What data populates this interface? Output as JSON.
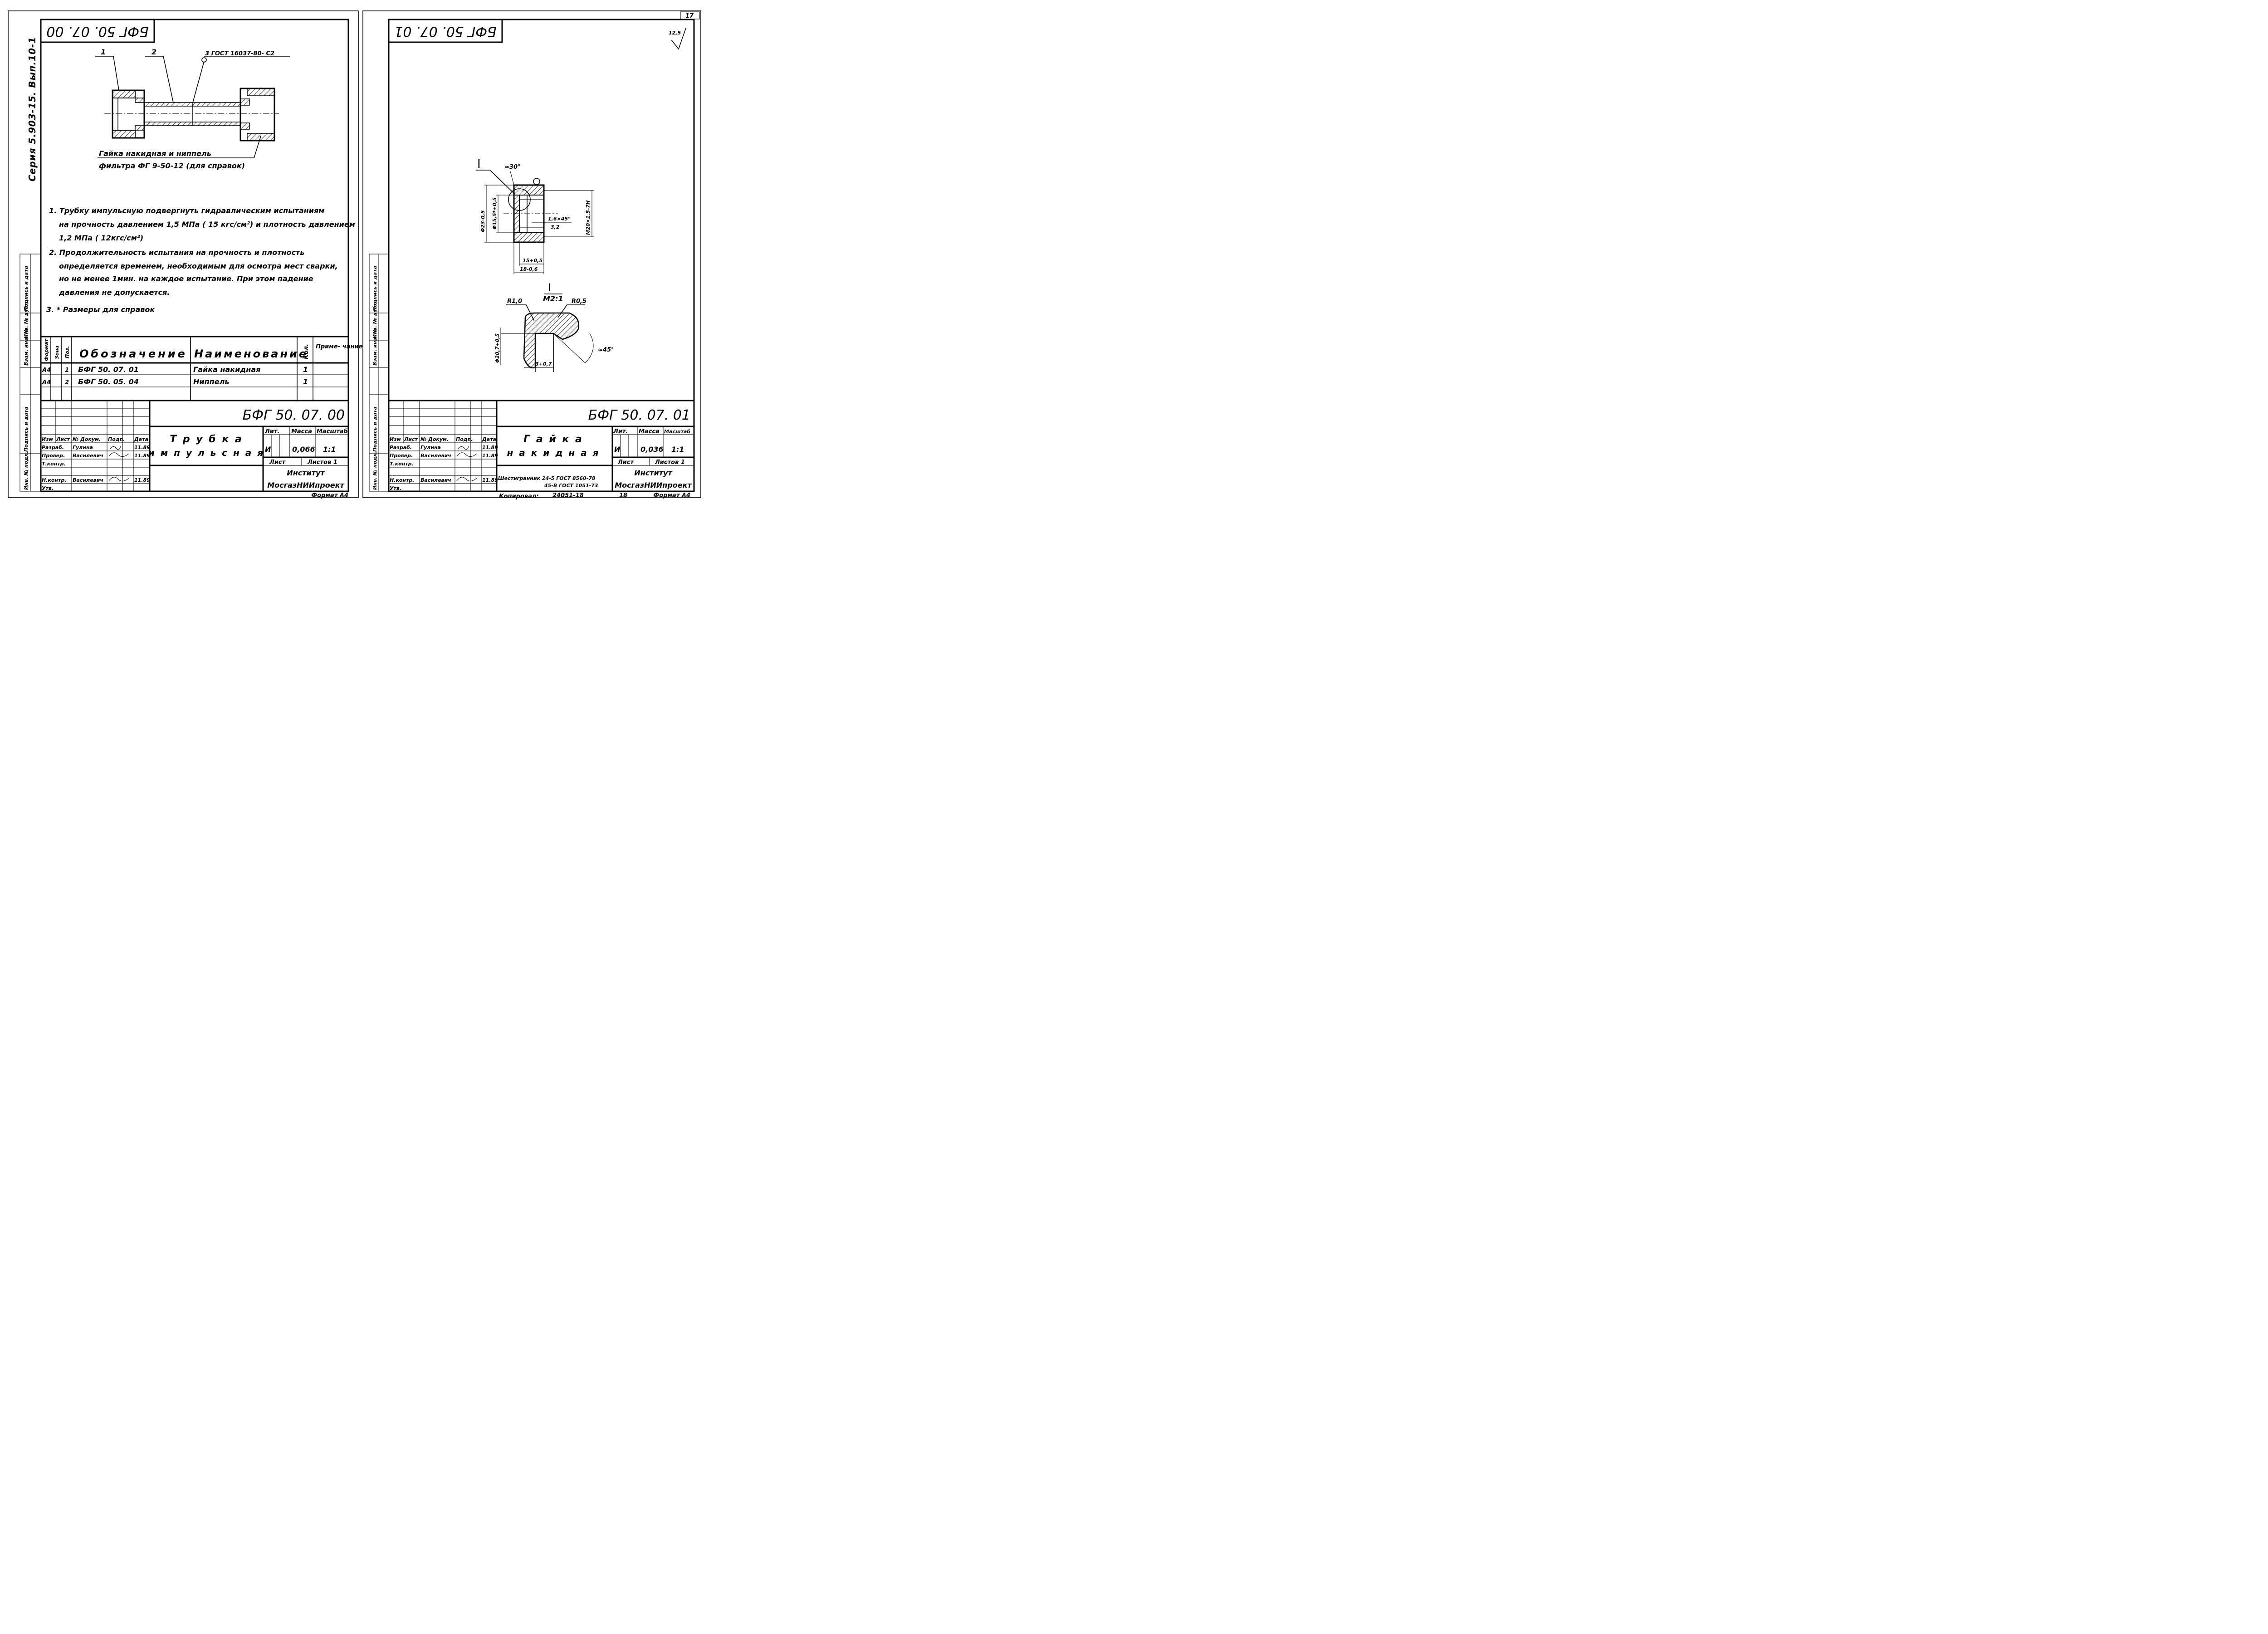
{
  "top_sheet_number": "17",
  "left": {
    "rotated_code": "БФГ 50. 07. 00",
    "series": "Серия 5.903-15. Вып.10-1",
    "callouts": {
      "one": "1",
      "two": "2",
      "three": "3 ГОСТ 16037-80- С2"
    },
    "caption_line1": "Гайка накидная и ниппель",
    "caption_line2": "фильтра ФГ 9-50-12 (для справок)",
    "notes": [
      "1.  Трубку импульсную подвергнуть гидравлическим испытаниям",
      "на прочность давлением 1,5 МПа ( 15 кгс/см²) и плотность давлением",
      "1,2 МПа ( 12кгс/см²)",
      "2.  Продолжительность испытания на прочность и плотность",
      "определяется временем, необходимым для осмотра мест сварки,",
      "но не менее 1мин. на каждое испытание. При этом падение",
      "давления не допускается.",
      "3.  * Размеры для справок"
    ],
    "spec_headers": {
      "format": "Формат",
      "zone": "Зона",
      "pos": "Поз.",
      "designation": "Обозначение",
      "name": "Наименование",
      "qty": "Кол.",
      "note": "Приме- чание"
    },
    "spec_rows": [
      {
        "format": "А4",
        "pos": "1",
        "designation": "БФГ 50. 07. 01",
        "name": "Гайка накидная",
        "qty": "1"
      },
      {
        "format": "А4",
        "pos": "2",
        "designation": "БФГ 50. 05. 04",
        "name": "Ниппель",
        "qty": "1"
      }
    ],
    "doc_code": "БФГ 50. 07. 00",
    "title_line1": "Т р у б к а",
    "title_line2": "и м п у л ь с н а я",
    "stamp": {
      "izm": "Изм",
      "list": "Лист",
      "ndoc": "№ Докум.",
      "podp": "Подп.",
      "data": "Дата",
      "razrab": "Разраб.",
      "razrab_name": "Гулина",
      "razrab_date": "11.89",
      "prover": "Провер.",
      "prover_name": "Василевич",
      "prover_date": "11.89",
      "tkontr": "Т.контр.",
      "nkontr": "Н.контр.",
      "nkontr_name": "Василевич",
      "nkontr_date": "11.89",
      "utv": "Утв."
    },
    "lit_label": "Лит.",
    "mass_label": "Масса",
    "scale_label": "Масштаб",
    "lit": "И",
    "mass": "0,066",
    "scale": "1:1",
    "sheet_label": "Лист",
    "sheets_label": "Листов 1",
    "institute1": "Институт",
    "institute2": "МосгазНИИпроект",
    "format_note": "Формат А4",
    "side_labels": [
      "Инв. № подл.",
      "Подпись и дата",
      "Взам. инв. №",
      "Инв. № дубл.",
      "Подпись и дата"
    ]
  },
  "right": {
    "rotated_code": "БФГ 50. 07. 01",
    "roughness": "12,5",
    "roman": "I",
    "detail_scale": "М2:1",
    "dims": {
      "angle30": "≈30°",
      "d23": "Φ23-0,5",
      "d155": "Φ15,5*±0,5",
      "chamfer": "1,6×45°",
      "r32": "3,2",
      "thread": "М20×1,5-7Н",
      "l15": "15+0,5",
      "l18": "18-0,6",
      "r10": "R1,0",
      "r05": "R0,5",
      "d207": "Φ20,7+0,5",
      "l3": "3+0,7",
      "ang45": "≈45°"
    },
    "doc_code": "БФГ 50. 07. 01",
    "title_line1": "Г а й к а",
    "title_line2": "н а к и д н а я",
    "material1": "Шестигранник 24-5 ГОСТ 8560-78",
    "material2": "45-В ГОСТ 1051-73",
    "stamp": {
      "izm": "Изм",
      "list": "Лист",
      "ndoc": "№ Докум.",
      "podp": "Подп.",
      "data": "Дата",
      "razrab": "Разраб.",
      "razrab_name": "Гулина",
      "razrab_date": "11.89",
      "prover": "Провер.",
      "prover_name": "Василевич",
      "prover_date": "11.89",
      "tkontr": "Т.контр.",
      "nkontr": "Н.контр.",
      "nkontr_name": "Василевич",
      "nkontr_date": "11.89",
      "utv": "Утв."
    },
    "lit_label": "Лит.",
    "mass_label": "Масса",
    "scale_label": "Масштаб",
    "lit": "И",
    "mass": "0,036",
    "scale": "1:1",
    "sheet_label": "Лист",
    "sheets_label": "Листов 1",
    "institute1": "Институт",
    "institute2": "МосгазНИИпроект",
    "copied": "Копировал:",
    "archive": "24051-18",
    "page": "18",
    "format_note": "Формат А4"
  }
}
